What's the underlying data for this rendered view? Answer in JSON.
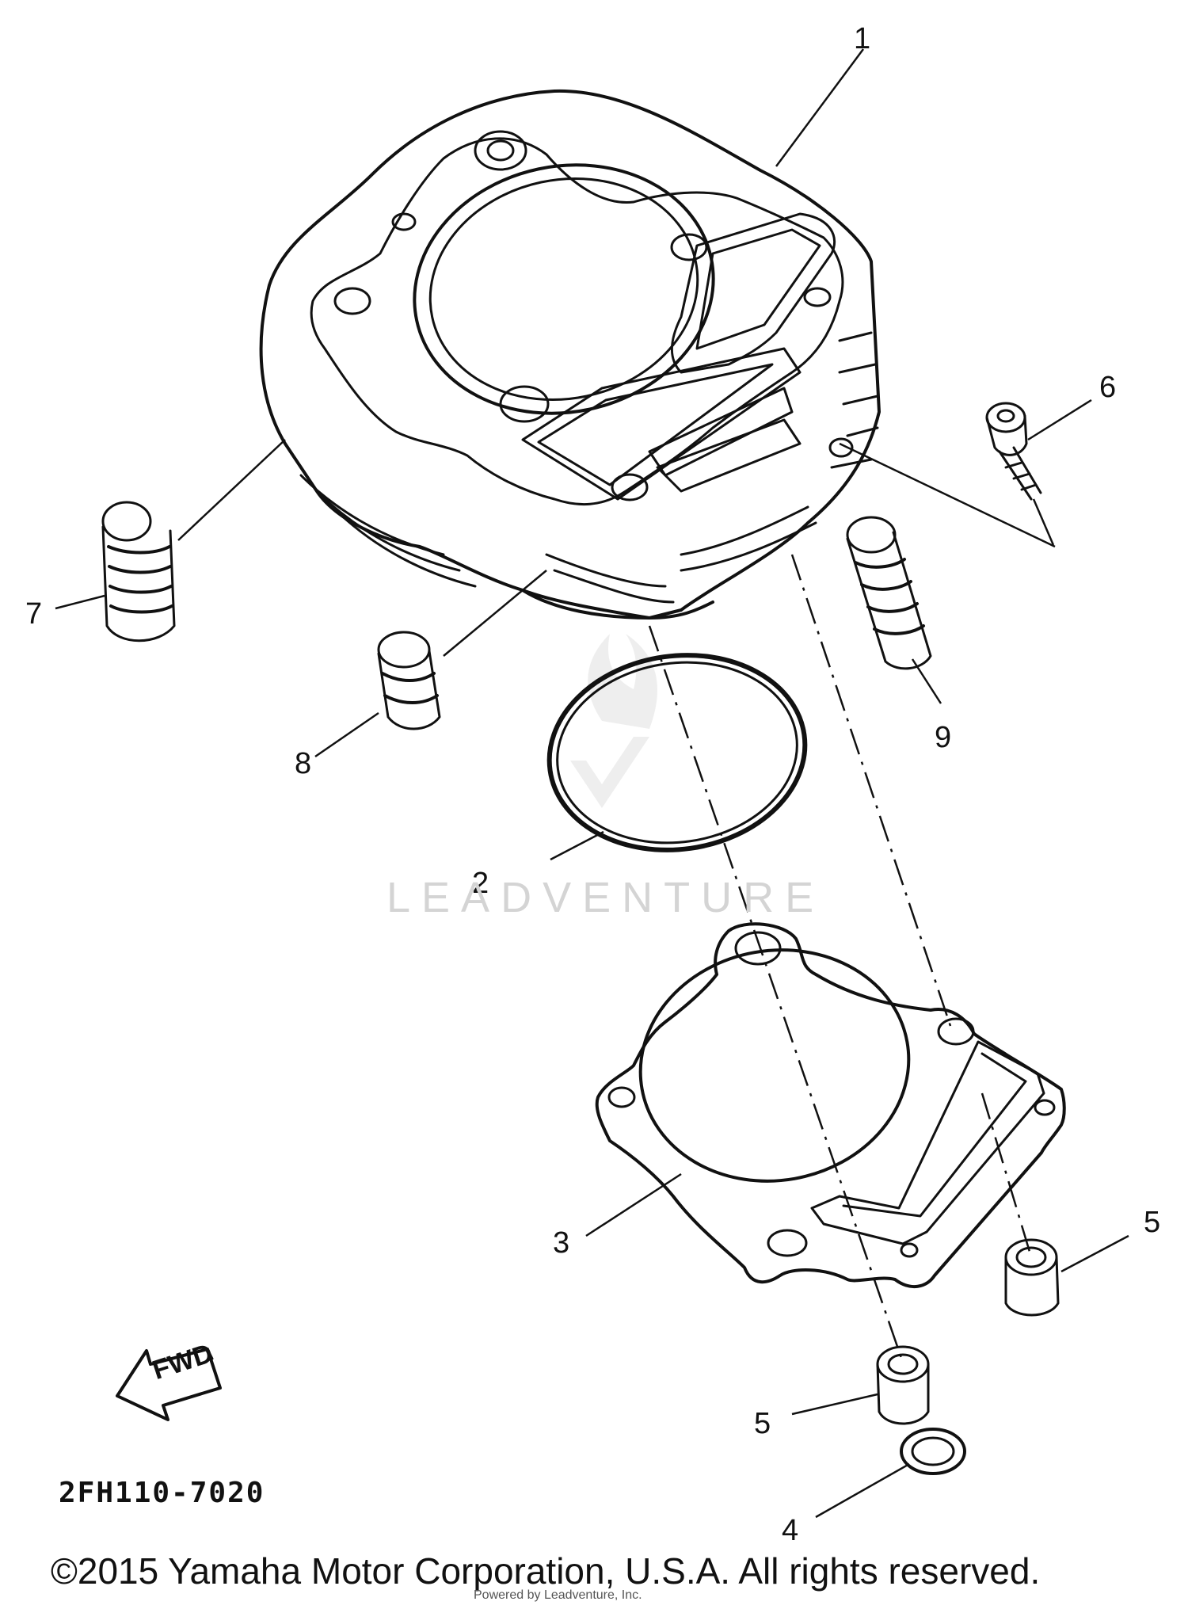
{
  "diagram": {
    "callouts": {
      "c1": "1",
      "c2": "2",
      "c3": "3",
      "c4": "4",
      "c5a": "5",
      "c5b": "5",
      "c6": "6",
      "c7": "7",
      "c8": "8",
      "c9": "9"
    },
    "fwd_label": "FWD",
    "part_code": "2FH110-7020",
    "copyright": "©2015 Yamaha Motor Corporation, U.S.A. All rights reserved.",
    "watermark": "LEADVENTURE",
    "watermark_sub": "Powered by Leadventure, Inc."
  }
}
